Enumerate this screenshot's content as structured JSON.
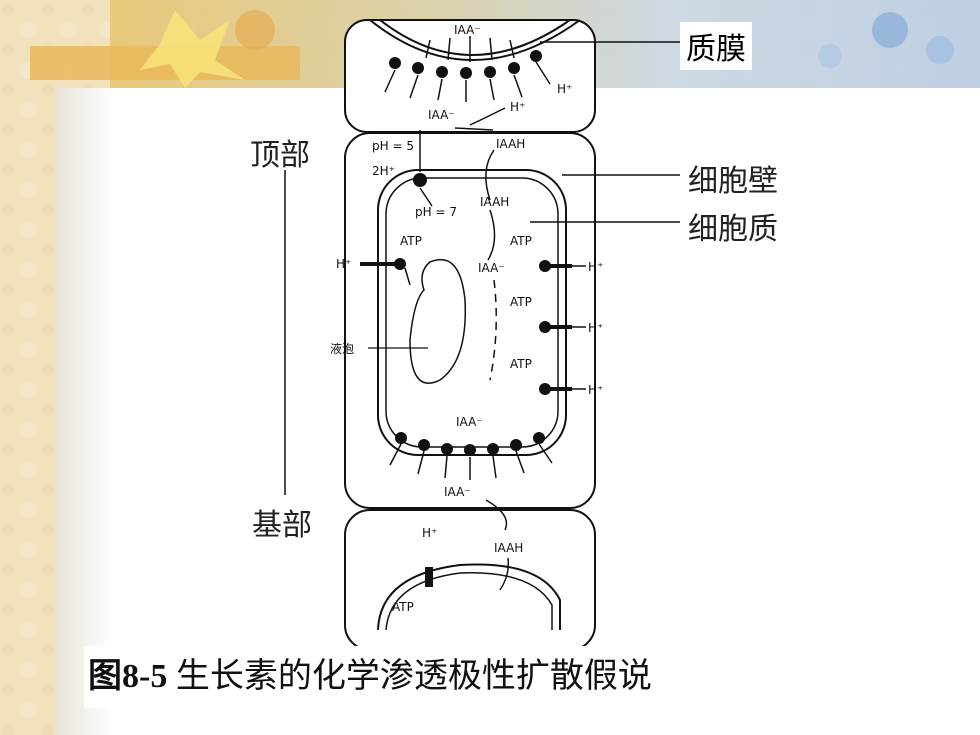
{
  "labels": {
    "zhimo": "质膜",
    "xibaobi": "细胞壁",
    "xibaozhi": "细胞质",
    "dingbu": "顶部",
    "jibu": "基部"
  },
  "diagram_text": {
    "iaa_minus": "IAA",
    "h_plus": "H",
    "ph5": "pH = 5",
    "ph7": "pH = 7",
    "two_h": "2H",
    "iaah": "IAAH",
    "atp": "ATP",
    "vacuole": "液泡"
  },
  "caption": {
    "prefix": "图8-5",
    "text": " 生长素的化学渗透极性扩散假说"
  }
}
